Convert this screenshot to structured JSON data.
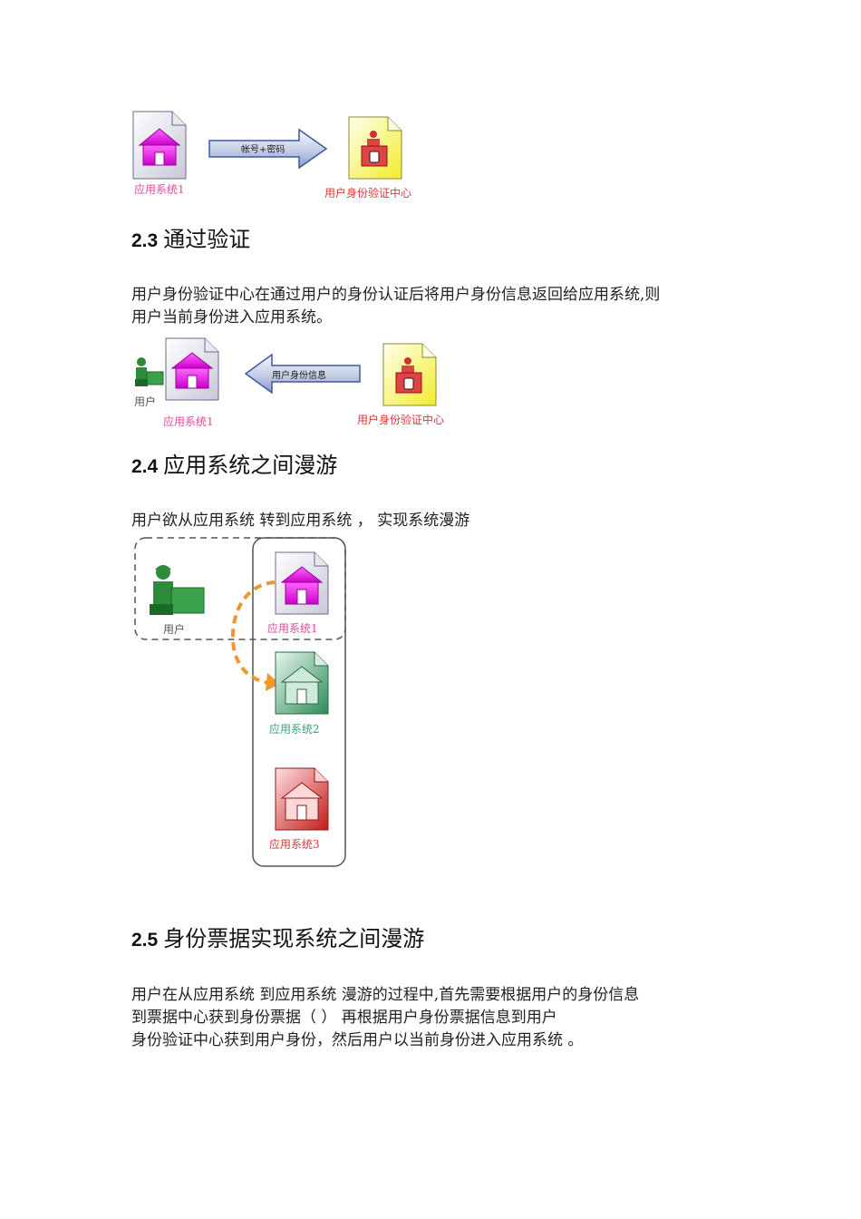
{
  "fig1": {
    "app1_label": "应用系统1",
    "arrow_label": "帐号+密码",
    "auth_center_label": "用户身份验证中心"
  },
  "sec23": {
    "num": "2.3",
    "title": "通过验证",
    "lines": [
      "用户身份验证中心在通过用户的身份认证后将用户身份信息返回给应用系统,则",
      "用户当前身份进入应用系统。"
    ]
  },
  "fig2": {
    "user_label": "用户",
    "app1_label": "应用系统1",
    "arrow_label": "用户身份信息",
    "auth_center_label": "用户身份验证中心"
  },
  "sec24": {
    "num": "2.4",
    "title": "应用系统之间漫游",
    "line": "用户欲从应用系统    转到应用系统    ，  实现系统漫游"
  },
  "fig3": {
    "user_label": "用户",
    "app1_label": "应用系统1",
    "app2_label": "应用系统2",
    "app3_label": "应用系统3"
  },
  "sec25": {
    "num": "2.5",
    "title": "身份票据实现系统之间漫游",
    "lines": [
      "用户在从应用系统    到应用系统    漫游的过程中,首先需要根据用户的身份信息",
      "到票据中心获到身份票据（                    ）  再根据用户身份票据信息到用户",
      "身份验证中心获到用户身份，然后用户以当前身份进入应用系统  。"
    ]
  },
  "colors": {
    "pink": "#e0489a",
    "red": "#d9383a",
    "green": "#3aa07a",
    "orange": "#f0962a",
    "arrow_blue": "#3a5aa8"
  }
}
